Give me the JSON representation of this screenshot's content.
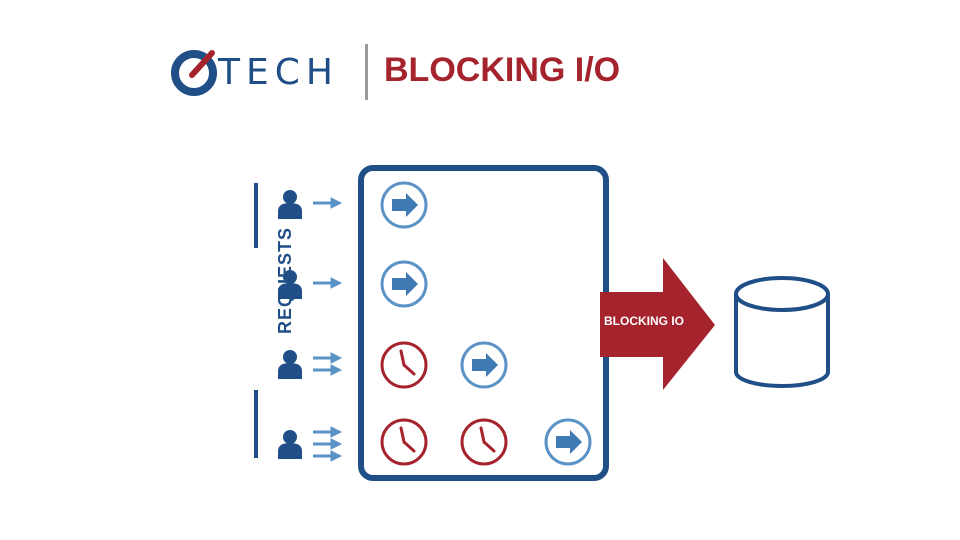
{
  "header": {
    "brand": "TECH",
    "title": "BLOCKING I/O"
  },
  "diagram": {
    "requests_label": "REQUESTS",
    "arrow_label": "BLOCKING IO",
    "colors": {
      "blue": "#1f4f86",
      "light_blue": "#5b93c6",
      "red": "#a5232d"
    },
    "rows": [
      {
        "incoming_arrows": 1,
        "states": [
          "processing"
        ]
      },
      {
        "incoming_arrows": 1,
        "states": [
          "processing"
        ]
      },
      {
        "incoming_arrows": 2,
        "states": [
          "waiting",
          "processing"
        ]
      },
      {
        "incoming_arrows": 3,
        "states": [
          "waiting",
          "waiting",
          "processing"
        ]
      }
    ],
    "icons": [
      "user-icon",
      "arrow-right-icon",
      "clock-icon",
      "database-icon"
    ]
  }
}
